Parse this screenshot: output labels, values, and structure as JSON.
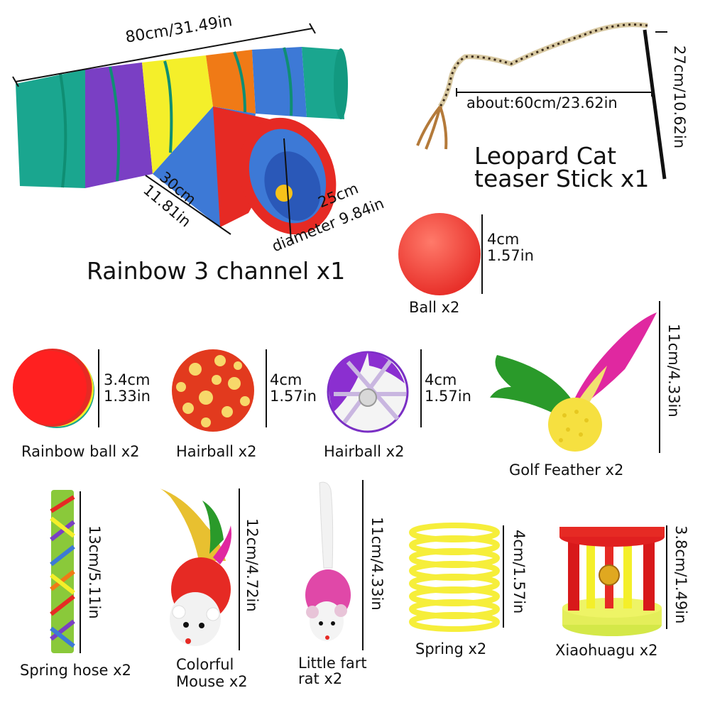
{
  "products": [
    {
      "name": "Rainbow 3 channel x1",
      "dims": [
        "80cm/31.49in",
        "30cm",
        "11.81in",
        "25cm",
        "diameter 9.84in"
      ]
    },
    {
      "name_lines": [
        "Leopard Cat",
        "teaser Stick x1"
      ],
      "dims": [
        "about:60cm/23.62in",
        "27cm/10.62in"
      ]
    },
    {
      "name": "Ball x2",
      "dims": [
        "4cm",
        "1.57in"
      ]
    },
    {
      "name": "Rainbow ball x2",
      "dims": [
        "3.4cm",
        "1.33in"
      ]
    },
    {
      "name": "Hairball x2",
      "dims": [
        "4cm",
        "1.57in"
      ]
    },
    {
      "name": "Hairball x2",
      "dims": [
        "4cm",
        "1.57in"
      ]
    },
    {
      "name": "Golf Feather x2",
      "dims": [
        "11cm/4.33in"
      ]
    },
    {
      "name": "Spring hose x2",
      "dims": [
        "13cm/5.11in"
      ]
    },
    {
      "name_lines": [
        "Colorful",
        "Mouse x2"
      ],
      "dims": [
        "12cm/4.72in"
      ]
    },
    {
      "name_lines": [
        "Little fart",
        "rat x2"
      ],
      "dims": [
        "11cm/4.33in"
      ]
    },
    {
      "name": "Spring x2",
      "dims": [
        "4cm/1.57in"
      ]
    },
    {
      "name": "Xiaohuagu x2",
      "dims": [
        "3.8cm/1.49in"
      ]
    }
  ],
  "colors": {
    "tunnel_green": "#1aa68f",
    "tunnel_purple": "#7a3fc4",
    "tunnel_yellow": "#f4ef2a",
    "tunnel_orange": "#f07a16",
    "tunnel_blue": "#3d79d6",
    "tunnel_red": "#e62a24",
    "ball_red": "#ff4a3c",
    "spring_yellow": "#f6ee3a"
  }
}
